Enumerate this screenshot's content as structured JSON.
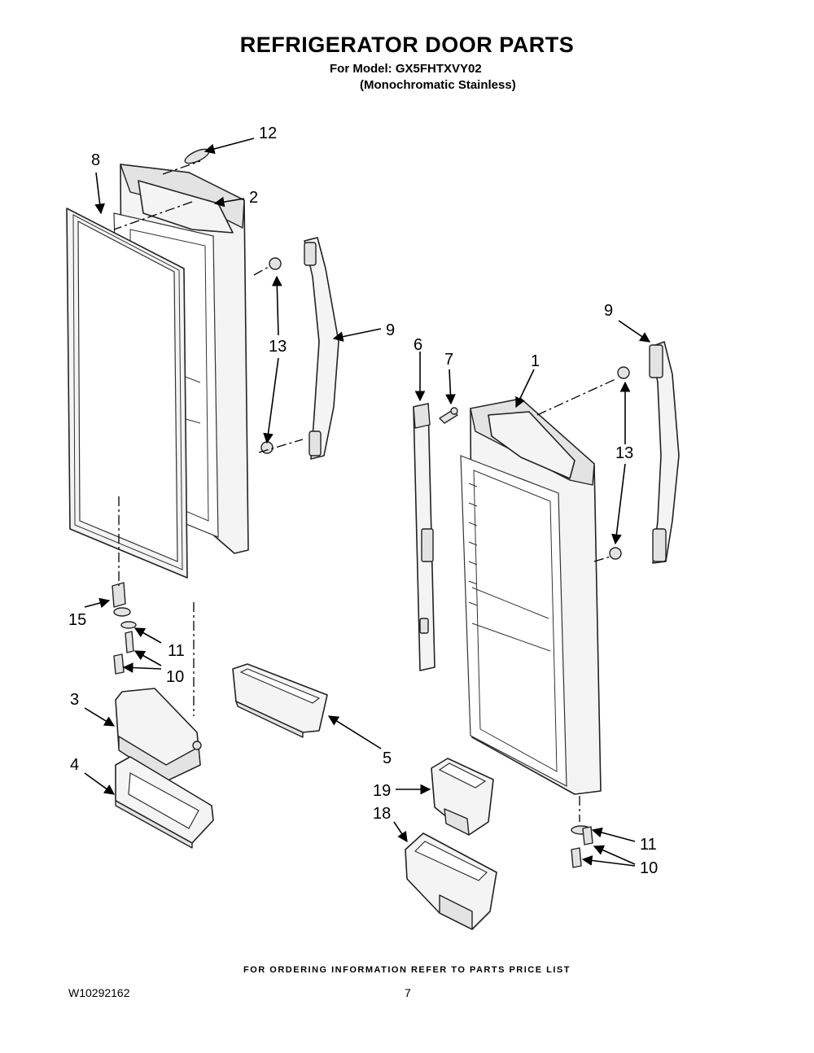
{
  "header": {
    "title": "REFRIGERATOR DOOR PARTS",
    "model_line": "For Model: GX5FHTXVY02",
    "finish_line": "(Monochromatic Stainless)"
  },
  "callouts": {
    "c1": "1",
    "c2": "2",
    "c3": "3",
    "c4": "4",
    "c5": "5",
    "c6": "6",
    "c7": "7",
    "c8": "8",
    "c9a": "9",
    "c9b": "9",
    "c10a": "10",
    "c10b": "10",
    "c11a": "11",
    "c11b": "11",
    "c12": "12",
    "c13a": "13",
    "c13b": "13",
    "c15": "15",
    "c18": "18",
    "c19": "19"
  },
  "footer": {
    "ordering_note": "FOR ORDERING INFORMATION REFER TO PARTS PRICE LIST",
    "document_number": "W10292162",
    "page_number": "7"
  }
}
